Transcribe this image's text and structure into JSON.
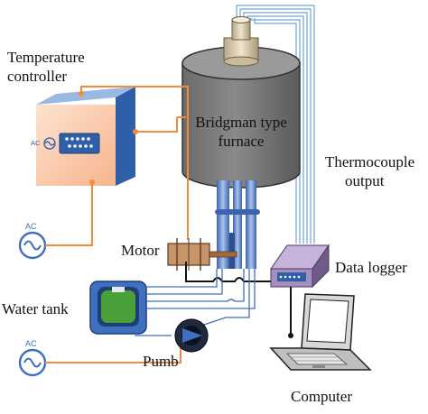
{
  "labels": {
    "temperature_controller": [
      "Temperature",
      "controller"
    ],
    "furnace": [
      "Bridgman type",
      "furnace"
    ],
    "thermocouple": [
      "Thermocouple",
      "output"
    ],
    "motor": "Motor",
    "data_logger": "Data logger",
    "water_tank": "Water tank",
    "pump": "Pumb",
    "computer": "Computer"
  },
  "ac_labels": [
    "AC",
    "AC",
    "AC"
  ],
  "colors": {
    "power_line": "#f28c3c",
    "water_line": "#3f6fbf",
    "thermocouple_line": "#6fa3d8",
    "furnace_body": "#7f7f7f",
    "logger_body": "#a88ec0",
    "tank_water": "#4aa03a"
  }
}
